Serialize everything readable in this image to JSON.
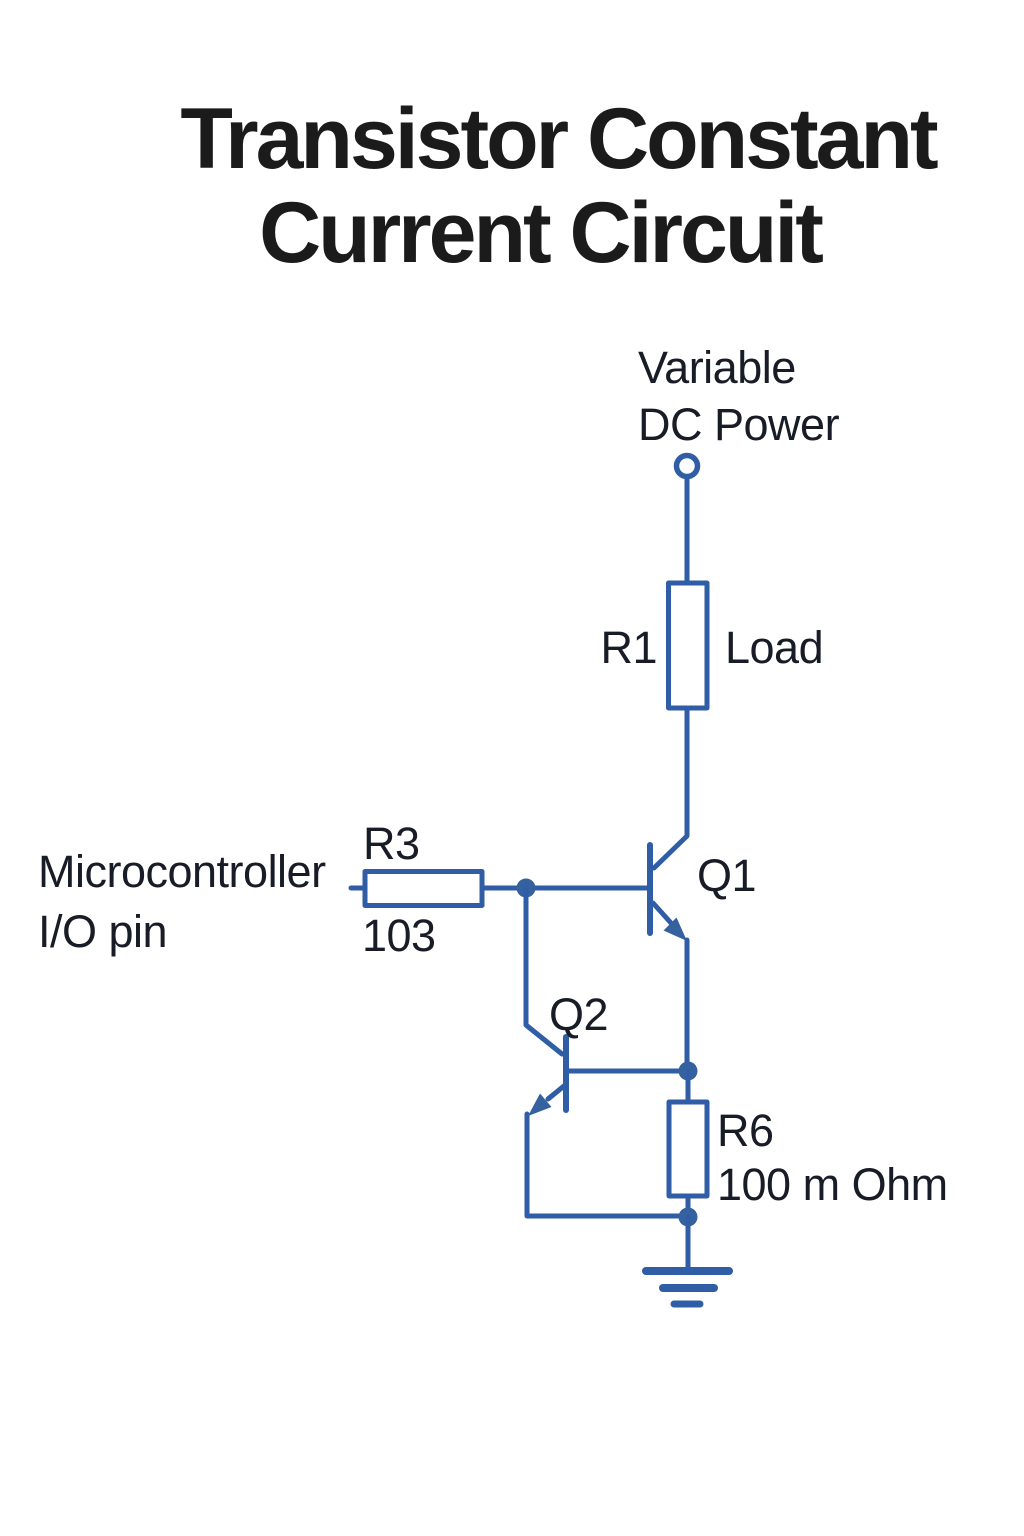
{
  "title": {
    "line1": "Transistor Constant",
    "line2": "Current Circuit"
  },
  "labels": {
    "power_line1": "Variable",
    "power_line2": "DC Power",
    "r1_ref": "R1",
    "r1_note": "Load",
    "q1_ref": "Q1",
    "q2_ref": "Q2",
    "r3_ref": "R3",
    "r3_value": "103",
    "r6_ref": "R6",
    "r6_value": "100 m Ohm",
    "input_line1": "Microcontroller",
    "input_line2": "I/O pin"
  },
  "components": {
    "r1": {
      "ref": "R1",
      "note": "Load",
      "kind": "resistor"
    },
    "r3": {
      "ref": "R3",
      "value": "103",
      "kind": "resistor"
    },
    "r6": {
      "ref": "R6",
      "value": "100 m Ohm",
      "kind": "resistor"
    },
    "q1": {
      "ref": "Q1",
      "kind": "npn-transistor"
    },
    "q2": {
      "ref": "Q2",
      "kind": "npn-transistor"
    },
    "power_terminal": {
      "label": "Variable DC Power",
      "kind": "terminal"
    },
    "ground": {
      "kind": "earth-ground"
    }
  },
  "colors": {
    "wire_blue": "#2f5da6",
    "junction_blue": "#35629f",
    "label_text": "#171c26",
    "title_text": "#1b1b1b",
    "background": "#ffffff"
  }
}
